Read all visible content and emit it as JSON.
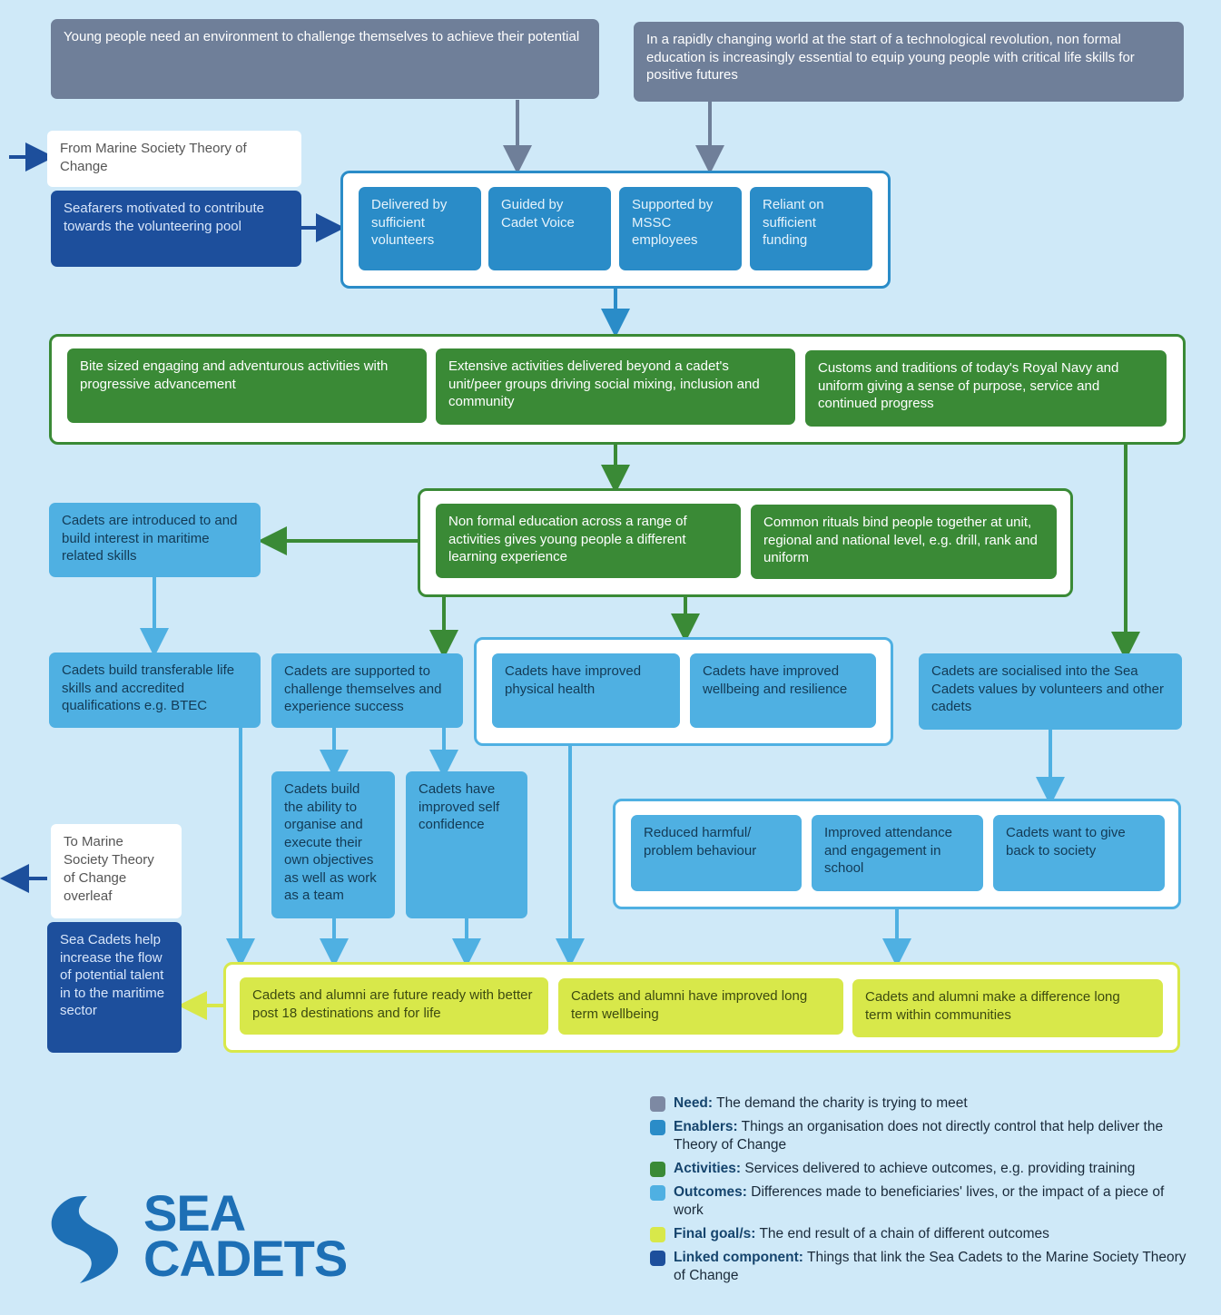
{
  "needs": [
    "Young people need an environment to challenge themselves to achieve their potential",
    "In a rapidly changing world at the start of a technological revolution, non formal education is increasingly essential to equip young people with critical life skills for positive futures"
  ],
  "from_note": "From Marine Society Theory of Change",
  "linked_seafarers": "Seafarers motivated to contribute towards the volunteering pool",
  "enablers": [
    "Delivered by sufficient volunteers",
    "Guided by Cadet Voice",
    "Supported by MSSC employees",
    "Reliant on sufficient funding"
  ],
  "activities_row1": [
    "Bite sized engaging and adventurous activities with progressive advancement",
    "Extensive activities delivered beyond a cadet's unit/peer groups driving social mixing, inclusion and community",
    "Customs and traditions of today's Royal Navy and uniform giving a sense of purpose, service and continued progress"
  ],
  "activities_row2": [
    "Non formal education across a range of activities gives young people a different learning experience",
    "Common rituals bind people together at unit, regional and national level, e.g. drill, rank and uniform"
  ],
  "outcomes": {
    "introduced": "Cadets are introduced to and build interest in maritime related skills",
    "transferable": "Cadets build transferable life skills and accredited qualifications e.g. BTEC",
    "supported": "Cadets are supported to challenge themselves and experience success",
    "physical": "Cadets have improved physical health",
    "wellbeing": "Cadets have improved wellbeing and resilience",
    "socialised": "Cadets are socialised into the Sea Cadets values by volunteers and other cadets",
    "organise": "Cadets build the ability to organise and execute their own objectives as well as work as a team",
    "confidence": "Cadets have improved self confidence",
    "behaviour": "Reduced harmful/ problem behaviour",
    "attendance": "Improved attendance and engagement in school",
    "giveback": "Cadets want to give back to society"
  },
  "to_note": "To Marine Society Theory of Change overleaf",
  "linked_talent": "Sea Cadets help increase the flow of potential talent in to the maritime sector",
  "goals": [
    "Cadets and alumni are future ready with better post 18 destinations and for life",
    "Cadets and alumni have improved long term wellbeing",
    "Cadets and alumni make a difference long term within communities"
  ],
  "legend": [
    {
      "term": "Need:",
      "desc": "The demand the charity is trying to meet",
      "color": "#7d89a3"
    },
    {
      "term": "Enablers:",
      "desc": "Things an organisation does not directly control that help deliver the Theory of Change",
      "color": "#2a8cc8"
    },
    {
      "term": "Activities:",
      "desc": "Services delivered to achieve outcomes, e.g. providing training",
      "color": "#3a8a36"
    },
    {
      "term": "Outcomes:",
      "desc": "Differences made to beneficiaries' lives, or the impact of a piece of work",
      "color": "#4fb0e2"
    },
    {
      "term": "Final goal/s:",
      "desc": "The end result of a chain of different outcomes",
      "color": "#d8e84a"
    },
    {
      "term": "Linked component:",
      "desc": "Things that link the Sea Cadets to the Marine Society Theory of Change",
      "color": "#1d4f9c"
    }
  ],
  "logo": {
    "line1": "SEA",
    "line2": "CADETS"
  }
}
